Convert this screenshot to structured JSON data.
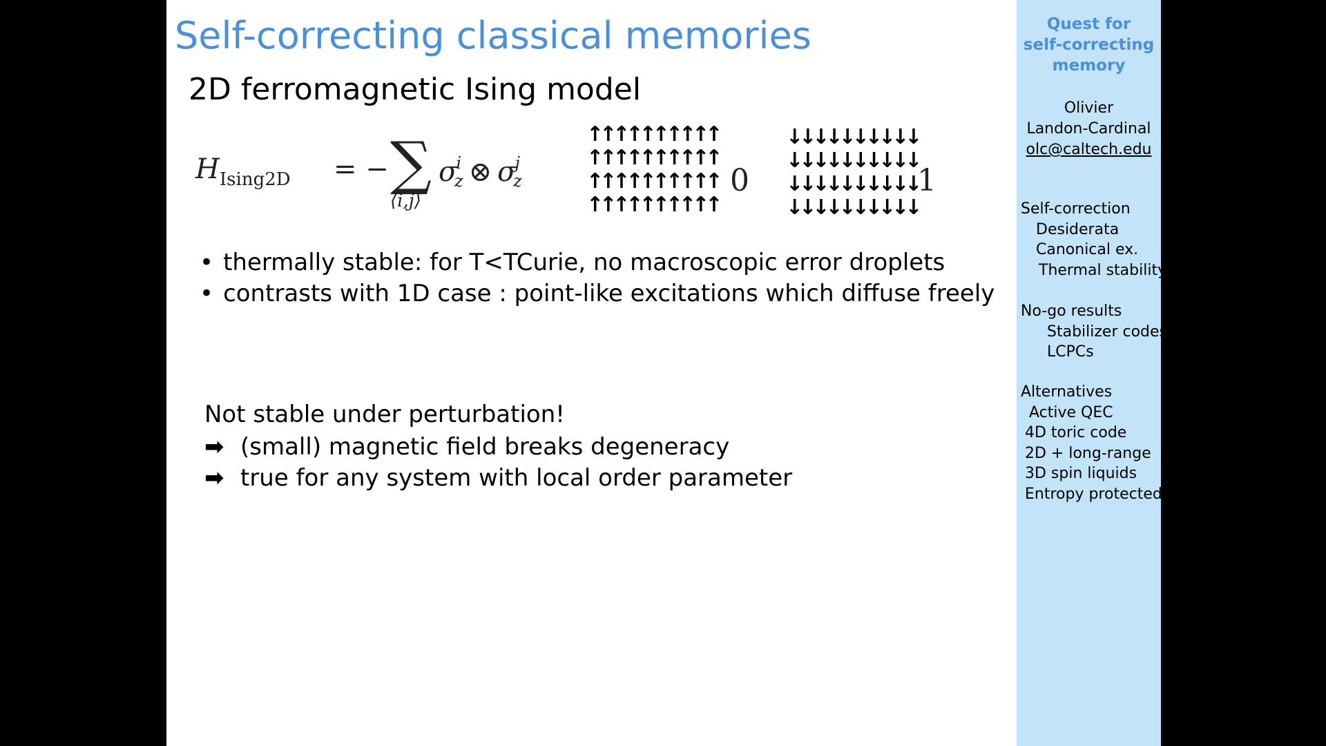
{
  "slide": {
    "title": "Self-correcting classical memories",
    "subtitle": "2D ferromagnetic Ising  model",
    "equation": {
      "lhs": "H",
      "lhs_sub": "Ising2D",
      "operator": "= −",
      "sum_symbol": "∑",
      "sum_index": "⟨i,j⟩",
      "rhs_sigma": "σ",
      "rhs_i_sup": "i",
      "rhs_z_sub": "z",
      "otimes": "⊗",
      "rhs_j_sup": "j"
    },
    "grid_up": "↑↑↑↑↑↑↑↑↑↑\n↑↑↑↑↑↑↑↑↑↑\n↑↑↑↑↑↑↑↑↑↑\n↑↑↑↑↑↑↑↑↑↑",
    "grid_down": "↓↓↓↓↓↓↓↓↓↓\n↓↓↓↓↓↓↓↓↓↓\n↓↓↓↓↓↓↓↓↓↓\n↓↓↓↓↓↓↓↓↓↓",
    "label_up": "0",
    "label_down": "1",
    "bullets": [
      "thermally stable: for T<TCurie, no macroscopic error droplets",
      "contrasts with 1D case : point-like excitations which diffuse freely"
    ],
    "not_stable": "Not stable under perturbation!",
    "arrow_glyph": "➡",
    "consequences": [
      "(small) magnetic field breaks degeneracy",
      "true for any system with local order parameter"
    ]
  },
  "sidebar": {
    "title_lines": [
      "Quest for",
      "self-correcting",
      "memory"
    ],
    "author_first": "Olivier",
    "author_last": "Landon-Cardinal",
    "email": "olc@caltech.edu",
    "section1": [
      "Self-correction",
      "  Desiderata",
      "  Canonical ex.",
      "   Thermal stability"
    ],
    "section2": [
      "No-go results",
      "     Stabilizer codes",
      "     LCPCs"
    ],
    "section3": [
      "Alternatives",
      " Active QEC",
      " 4D toric code",
      " 2D + long-range",
      " 3D spin liquids",
      " Entropy protected"
    ]
  }
}
